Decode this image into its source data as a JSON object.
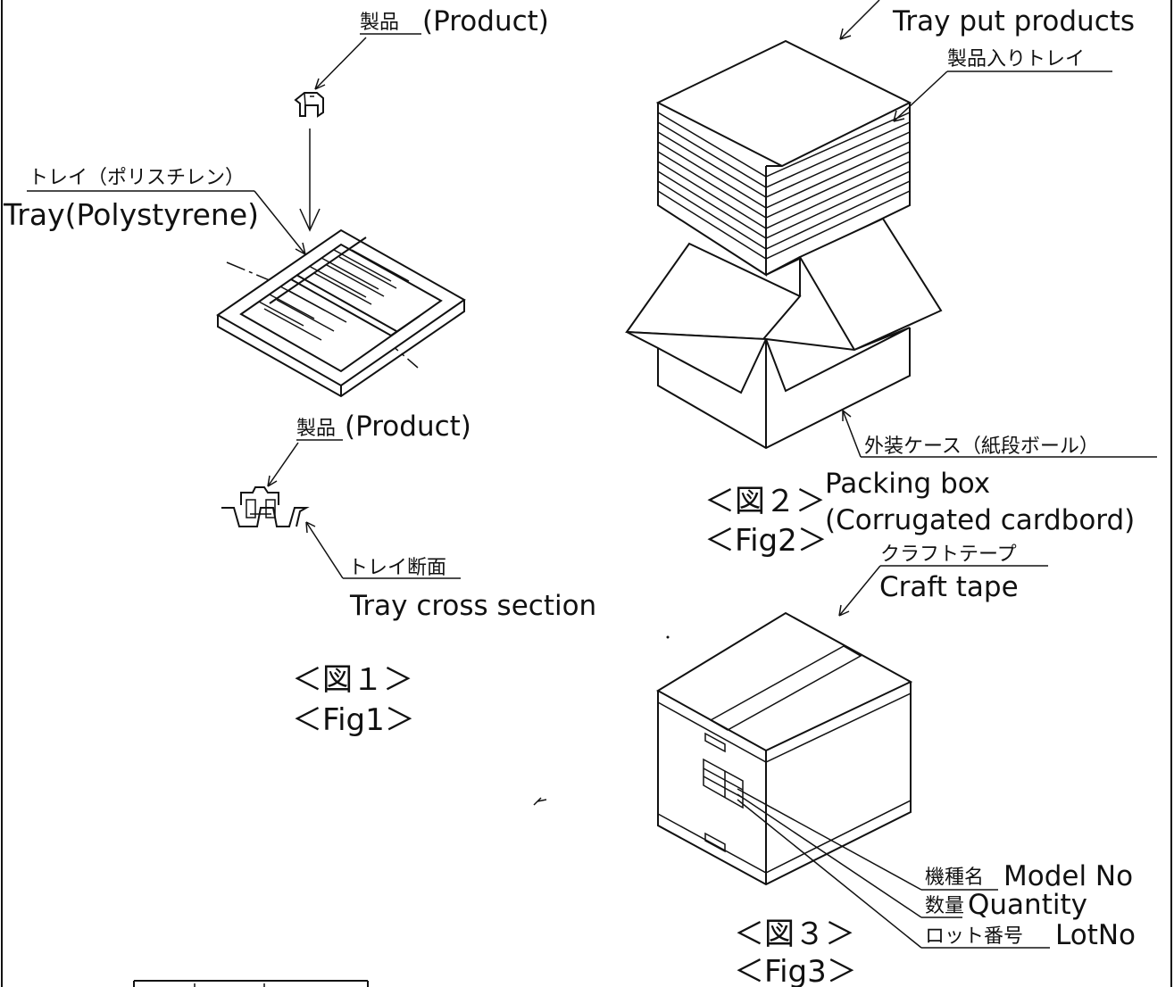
{
  "fig1": {
    "product_top_jp": "製品",
    "product_top_en": "(Product)",
    "tray_jp": "トレイ（ポリスチレン）",
    "tray_en": "Tray(Polystyrene)",
    "product_mid_jp": "製品",
    "product_mid_en": "(Product)",
    "section_jp": "トレイ断面",
    "section_en": "Tray cross section",
    "caption_jp": "＜図１＞",
    "caption_en": "＜Fig1＞"
  },
  "fig2": {
    "tray_put_en": "Tray put products",
    "tray_put_jp": "製品入りトレイ",
    "box_jp": "外装ケース（紙段ボール）",
    "box_en_1": "Packing box",
    "box_en_2": "(Corrugated cardbord)",
    "caption_jp": "＜図２＞",
    "caption_en": "＜Fig2＞"
  },
  "fig3": {
    "tape_jp": "クラフトテープ",
    "tape_en": "Craft tape",
    "model_jp": "機種名",
    "model_en": "Model No",
    "qty_jp": "数量",
    "qty_en": "Quantity",
    "lot_jp": "ロット番号",
    "lot_en": "LotNo",
    "caption_jp": "＜図３＞",
    "caption_en": "＜Fig3＞"
  }
}
